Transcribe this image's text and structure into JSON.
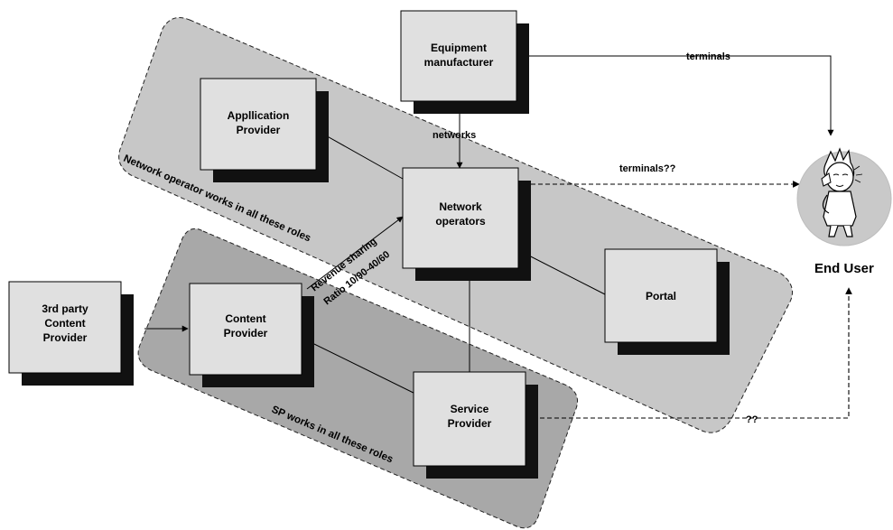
{
  "nodes": {
    "equipment_manufacturer": [
      "Equipment",
      "manufacturer"
    ],
    "application_provider": [
      "Appllication",
      "Provider"
    ],
    "network_operators": [
      "Network",
      "operators"
    ],
    "portal": [
      "Portal"
    ],
    "third_party": [
      "3rd party",
      "Content",
      "Provider"
    ],
    "content_provider": [
      "Content",
      "Provider"
    ],
    "service_provider": [
      "Service",
      "Provider"
    ],
    "end_user": "End User"
  },
  "edges": {
    "terminals": "terminals",
    "terminals_q": "terminals??",
    "networks": "networks",
    "qq": "??",
    "revenue_line1": "Revenue sharing",
    "revenue_line2": "Ratio 10/90-40/60"
  },
  "regions": {
    "network_operator_role": "Network operator works in all these roles",
    "sp_role": "SP works in all these roles"
  },
  "colors": {
    "big_region": "#c7c7c7",
    "sp_region": "#a8a8a8",
    "box_fill": "#e0e0e0",
    "box_shadow": "#111111"
  }
}
